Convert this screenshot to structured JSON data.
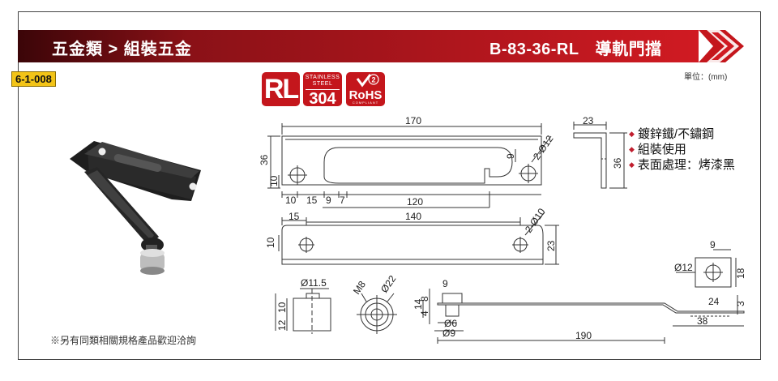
{
  "header": {
    "category": "五金類 > 組裝五金",
    "model": "B-83-36-RL",
    "product_name": "導軌門擋"
  },
  "product_code": "6-1-008",
  "unit_label": "單位：(mm)",
  "badges": {
    "rl": "RL",
    "stainless_top": "STAINLESS STEEL",
    "stainless_grade": "304",
    "rohs": "RoHS",
    "rohs_sub": "COMPLIANT"
  },
  "specs": [
    "鍍鋅鐵/不鏽鋼",
    "組裝使用",
    "表面處理：烤漆黑"
  ],
  "footnote": "※另有同類相關規格產品歡迎洽詢",
  "dimensions": {
    "top_width": "170",
    "top_height": "36",
    "top_offset": "10",
    "slot_offset": "9",
    "hole_spec": "2-Ø12",
    "bottom_1": "10",
    "bottom_2": "15",
    "bottom_3": "9",
    "bottom_4": "7",
    "span_120": "120",
    "angle_w": "23",
    "angle_h": "36",
    "mid_left": "15",
    "mid_span": "140",
    "mid_hole": "2-Ø10",
    "mid_height": "10",
    "mid_right": "23",
    "roller_d": "Ø11.5",
    "roller_h1": "10",
    "roller_h2": "12",
    "screw_m": "M8",
    "screw_d": "Ø22",
    "arm_14": "14",
    "arm_8": "8",
    "arm_4": "4",
    "arm_9": "9",
    "arm_d6": "Ø6",
    "arm_d9": "Ø9",
    "arm_190": "190",
    "end_9": "9",
    "end_d12": "Ø12",
    "end_18": "18",
    "end_24": "24",
    "end_38": "38",
    "end_3": "3"
  },
  "colors": {
    "banner_dark": "#6e0f14",
    "banner_red": "#c4161c",
    "badge_red": "#c4161c",
    "code_yellow": "#f3c417"
  }
}
